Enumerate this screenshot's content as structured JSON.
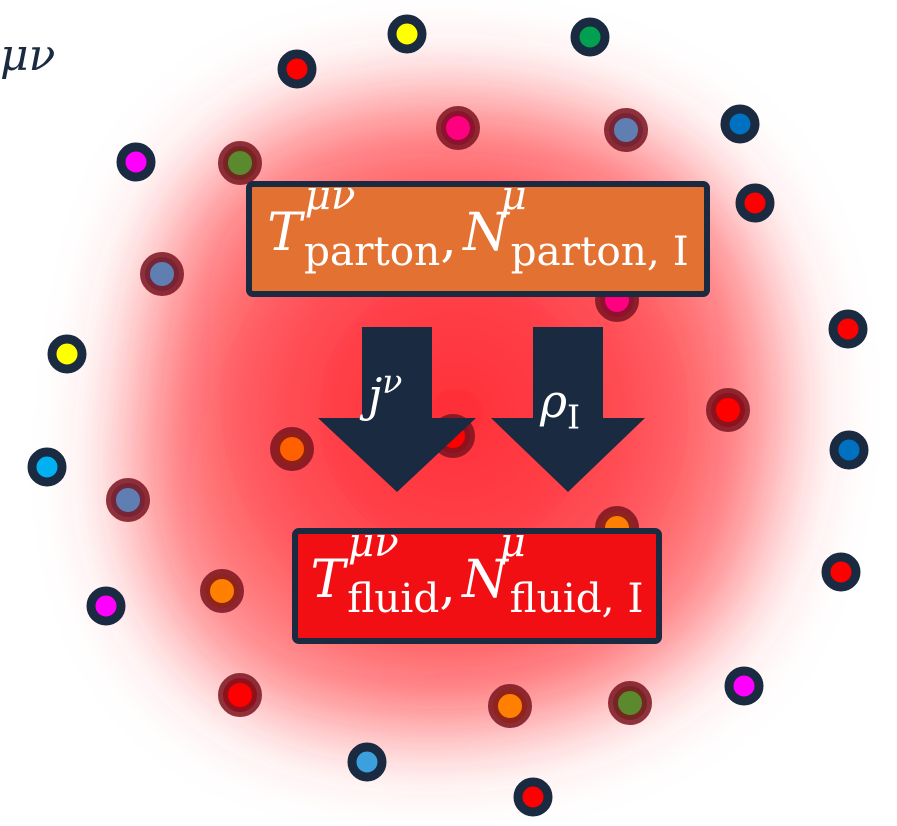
{
  "corner_label": "μν",
  "colors": {
    "background": "#ffffff",
    "cloud": "#ff1e28",
    "dark_outline": "#1a2a40",
    "parton_box": "#e27132",
    "fluid_box": "#f20f14",
    "arrow": "#1a2a40"
  },
  "boxes": {
    "parton": {
      "T": "T",
      "T_sup": "μν",
      "T_sub": "parton",
      "N": "N",
      "N_sup": "μ",
      "N_sub": "parton, I"
    },
    "fluid": {
      "T": "T",
      "T_sup": "μν",
      "T_sub": "fluid",
      "N": "N",
      "N_sup": "μ",
      "N_sub": "fluid, I"
    }
  },
  "arrows": {
    "left": {
      "symbol": "j",
      "sup": "ν"
    },
    "right": {
      "symbol": "ρ",
      "sub": "I"
    }
  },
  "particles": [
    {
      "color": "#ffff00",
      "layer": "outer"
    },
    {
      "color": "#00a050",
      "layer": "outer"
    },
    {
      "color": "#ff0000",
      "layer": "outer"
    },
    {
      "color": "#ff00ff",
      "layer": "outer"
    },
    {
      "color": "#0070c0",
      "layer": "outer"
    },
    {
      "color": "#ff0000",
      "layer": "outer"
    },
    {
      "color": "#ff0000",
      "layer": "outer"
    },
    {
      "color": "#ffff00",
      "layer": "outer"
    },
    {
      "color": "#0070c0",
      "layer": "outer"
    },
    {
      "color": "#00b0f0",
      "layer": "outer"
    },
    {
      "color": "#ff0000",
      "layer": "outer"
    },
    {
      "color": "#ff00ff",
      "layer": "outer"
    },
    {
      "color": "#ff00ff",
      "layer": "outer"
    },
    {
      "color": "#3ba0dc",
      "layer": "outer"
    },
    {
      "color": "#ff0000",
      "layer": "outer"
    },
    {
      "color": "#ff0080",
      "layer": "inner"
    },
    {
      "color": "#5f7fb3",
      "layer": "inner"
    },
    {
      "color": "#5b8a2e",
      "layer": "inner"
    },
    {
      "color": "#5f7fb3",
      "layer": "inner"
    },
    {
      "color": "#ff0080",
      "layer": "inner"
    },
    {
      "color": "#ff0000",
      "layer": "inner"
    },
    {
      "color": "#ff6000",
      "layer": "inner"
    },
    {
      "color": "#ff0000",
      "layer": "inner"
    },
    {
      "color": "#5f7fb3",
      "layer": "inner"
    },
    {
      "color": "#ff8000",
      "layer": "inner"
    },
    {
      "color": "#ff8000",
      "layer": "inner"
    },
    {
      "color": "#ff0000",
      "layer": "inner"
    },
    {
      "color": "#ff8000",
      "layer": "inner"
    },
    {
      "color": "#5b8a2e",
      "layer": "inner"
    }
  ]
}
